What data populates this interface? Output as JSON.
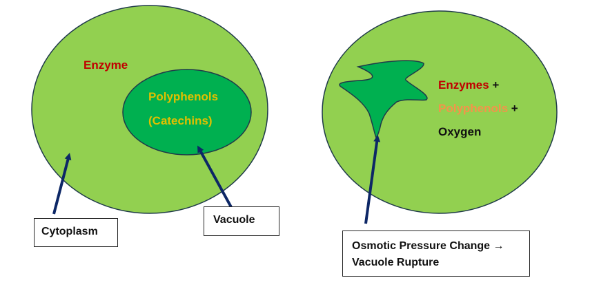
{
  "colors": {
    "cell_fill": "#92d050",
    "vacuole_fill": "#00b050",
    "outline": "#1f3a4a",
    "arrow": "#0d2766",
    "enzyme_red": "#c00000",
    "polyphenol_yellow": "#e0c000",
    "polyphenol_orange": "#f4934a",
    "text_black": "#111111"
  },
  "left_cell": {
    "enzyme_label": "Enzyme",
    "vacuole_line1": "Polyphenols",
    "vacuole_line2": "(Catechins)",
    "callouts": {
      "cytoplasm": "Cytoplasm",
      "vacuole": "Vacuole"
    }
  },
  "right_cell": {
    "mix_lines": [
      {
        "term": "Enzymes",
        "suffix": " +"
      },
      {
        "term": "Polyphenols",
        "suffix": " +"
      },
      {
        "term": "Oxygen",
        "suffix": ""
      }
    ],
    "callout_line1": "Osmotic Pressure Change →",
    "callout_line2": "Vacuole Rupture"
  }
}
